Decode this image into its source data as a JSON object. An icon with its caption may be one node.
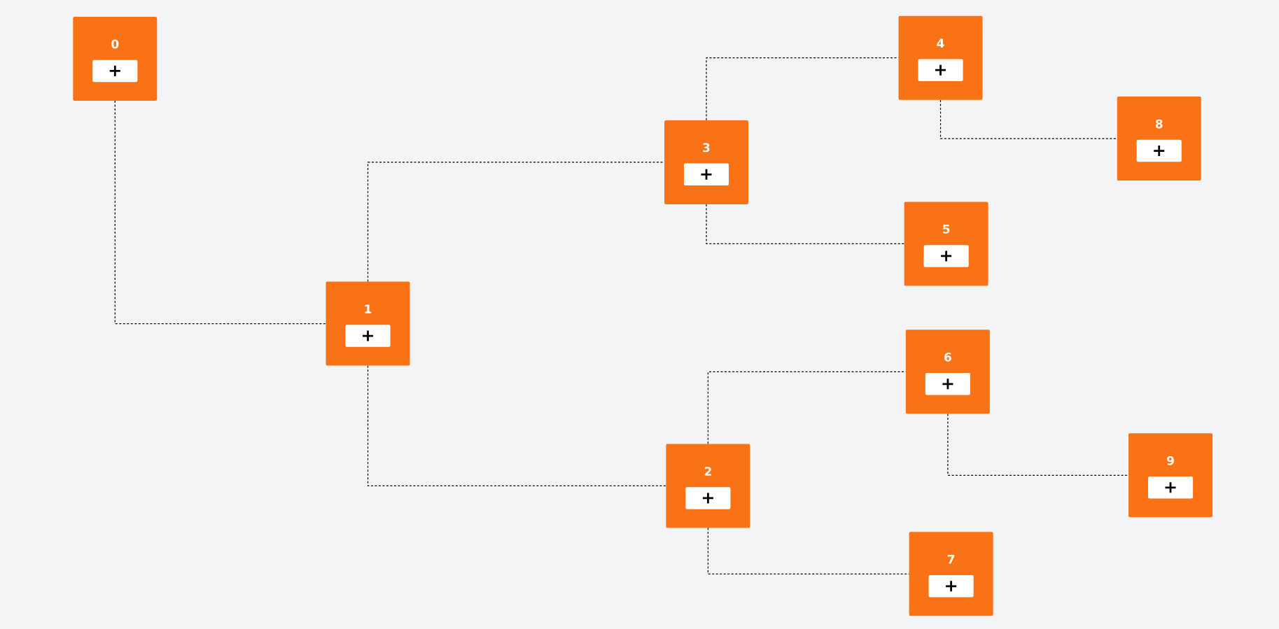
{
  "diagram": {
    "nodes": [
      {
        "text": [
          "0",
          "+"
        ]
      },
      {
        "text": [
          "1",
          "+"
        ]
      },
      {
        "text": [
          "2",
          "+"
        ]
      },
      {
        "text": [
          "3",
          "+"
        ]
      },
      {
        "text": [
          "4",
          "+"
        ]
      },
      {
        "text": [
          "5",
          "+"
        ]
      },
      {
        "text": [
          "6",
          "+"
        ]
      },
      {
        "text": [
          "7",
          "+"
        ]
      },
      {
        "text": [
          "8",
          "+"
        ]
      },
      {
        "text": [
          "9",
          "+"
        ]
      }
    ],
    "edges": [
      {
        "from": 0,
        "to": 1,
        "arrow": "none",
        "style": "dashed"
      },
      {
        "from": 1,
        "to": 3,
        "arrow": "none",
        "style": "dashed"
      },
      {
        "from": 1,
        "to": 2,
        "arrow": "none",
        "style": "dashed"
      },
      {
        "from": 3,
        "to": 4,
        "arrow": "none",
        "style": "dashed"
      },
      {
        "from": 3,
        "to": 5,
        "arrow": "none",
        "style": "dashed"
      },
      {
        "from": 2,
        "to": 6,
        "arrow": "none",
        "style": "dashed"
      },
      {
        "from": 2,
        "to": 7,
        "arrow": "none",
        "style": "dashed"
      },
      {
        "from": 4,
        "to": 8,
        "arrow": "none",
        "style": "dashed"
      },
      {
        "from": 6,
        "to": 9,
        "arrow": "none",
        "style": "dashed"
      }
    ]
  }
}
